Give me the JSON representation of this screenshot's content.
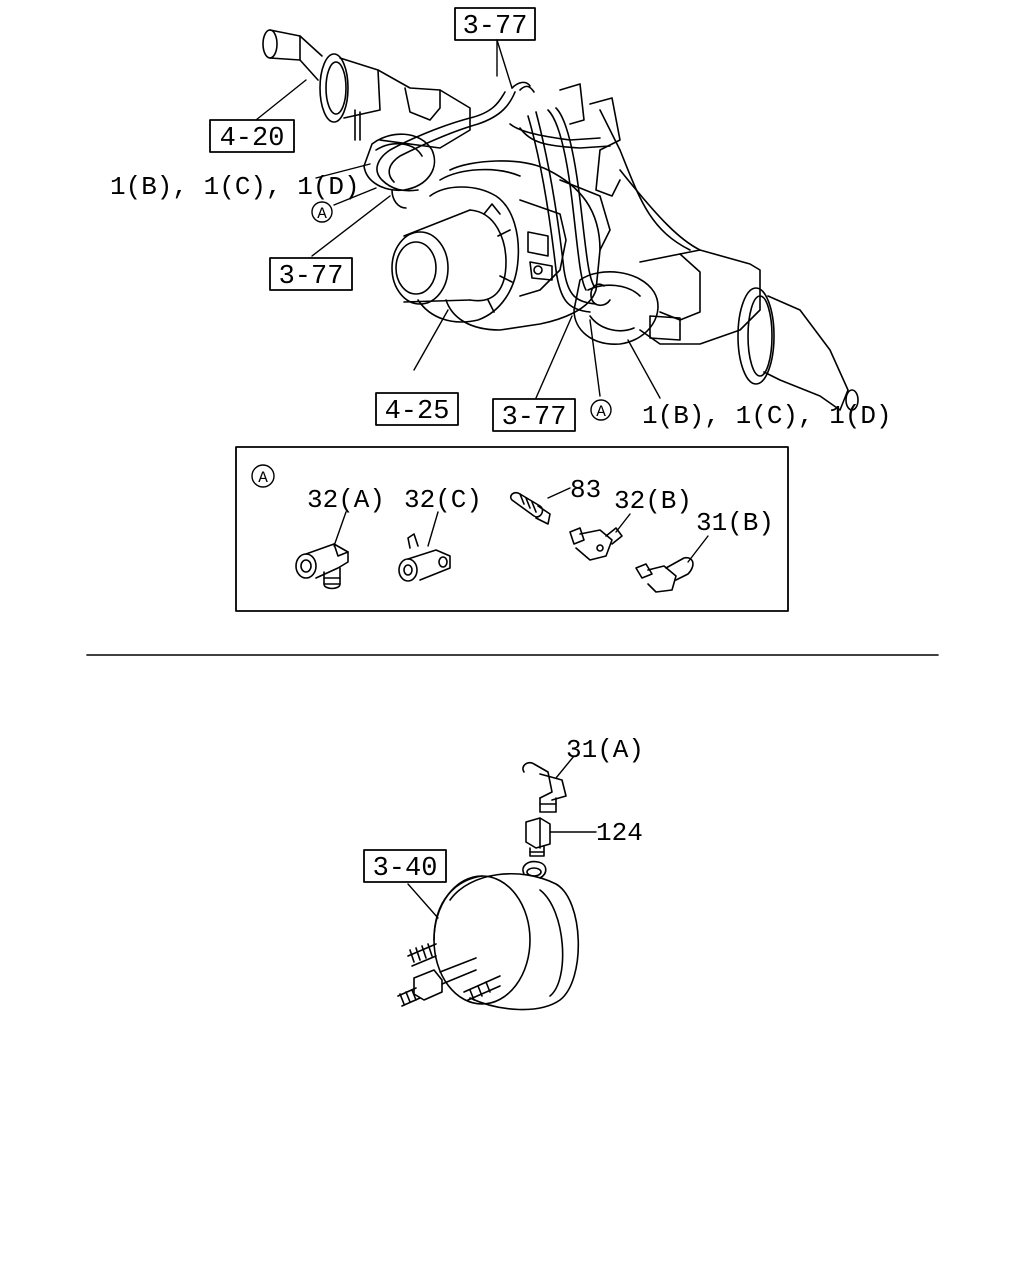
{
  "upper_assembly": {
    "callouts": {
      "pipe_top": "3-77",
      "axle_left": "4-20",
      "chambers_left": "1(B), 1(C), 1(D)",
      "detail_ref_left": "A",
      "pipe_left": "3-77",
      "differential": "4-25",
      "pipe_bottom": "3-77",
      "detail_ref_right": "A",
      "chambers_right": "1(B), 1(C), 1(D)"
    }
  },
  "detail_a": {
    "tag": "A",
    "parts": {
      "p32a": "32(A)",
      "p32c": "32(C)",
      "p83": "83",
      "p32b": "32(B)",
      "p31b": "31(B)"
    }
  },
  "lower_assembly": {
    "callouts": {
      "elbow": "31(A)",
      "adapter": "124",
      "chamber": "3-40"
    }
  }
}
